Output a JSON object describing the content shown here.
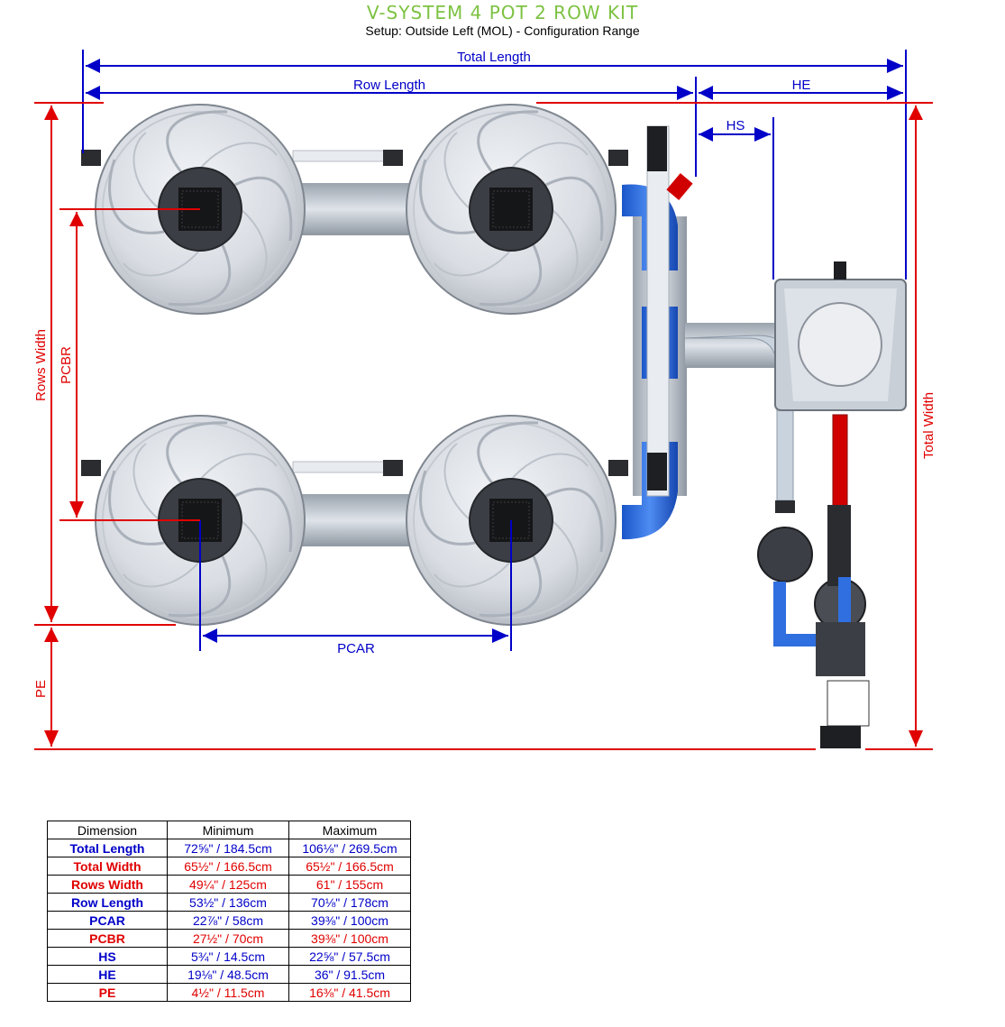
{
  "header": {
    "title": "V-SYSTEM 4 POT 2 ROW KIT",
    "subtitle": "Setup: Outside Left (MOL) - Configuration Range"
  },
  "labels": {
    "total_length": "Total Length",
    "row_length": "Row Length",
    "he": "HE",
    "hs": "HS",
    "rows_width": "Rows Width",
    "pcbr": "PCBR",
    "total_width": "Total Width",
    "pcar": "PCAR",
    "pe": "PE"
  },
  "colors": {
    "blue": "#0000c8",
    "red": "#e00000",
    "title_green": "#7dc242"
  },
  "table": {
    "headers": [
      "Dimension",
      "Minimum",
      "Maximum"
    ],
    "rows": [
      {
        "name": "Total Length",
        "min": "72⅝\" / 184.5cm",
        "max": "106⅛\" / 269.5cm",
        "color": "blue"
      },
      {
        "name": "Total Width",
        "min": "65½\" / 166.5cm",
        "max": "65½\" / 166.5cm",
        "color": "red"
      },
      {
        "name": "Rows Width",
        "min": "49¼\" / 125cm",
        "max": "61\" / 155cm",
        "color": "red"
      },
      {
        "name": "Row Length",
        "min": "53½\" / 136cm",
        "max": "70⅛\" / 178cm",
        "color": "blue"
      },
      {
        "name": "PCAR",
        "min": "22⅞\" / 58cm",
        "max": "39⅜\" / 100cm",
        "color": "blue"
      },
      {
        "name": "PCBR",
        "min": "27½\" / 70cm",
        "max": "39⅜\" / 100cm",
        "color": "red"
      },
      {
        "name": "HS",
        "min": "5¾\" / 14.5cm",
        "max": "22⅝\" / 57.5cm",
        "color": "blue"
      },
      {
        "name": "HE",
        "min": "19⅛\" / 48.5cm",
        "max": "36\" / 91.5cm",
        "color": "blue"
      },
      {
        "name": "PE",
        "min": "4½\" / 11.5cm",
        "max": "16⅜\" / 41.5cm",
        "color": "red"
      }
    ]
  }
}
